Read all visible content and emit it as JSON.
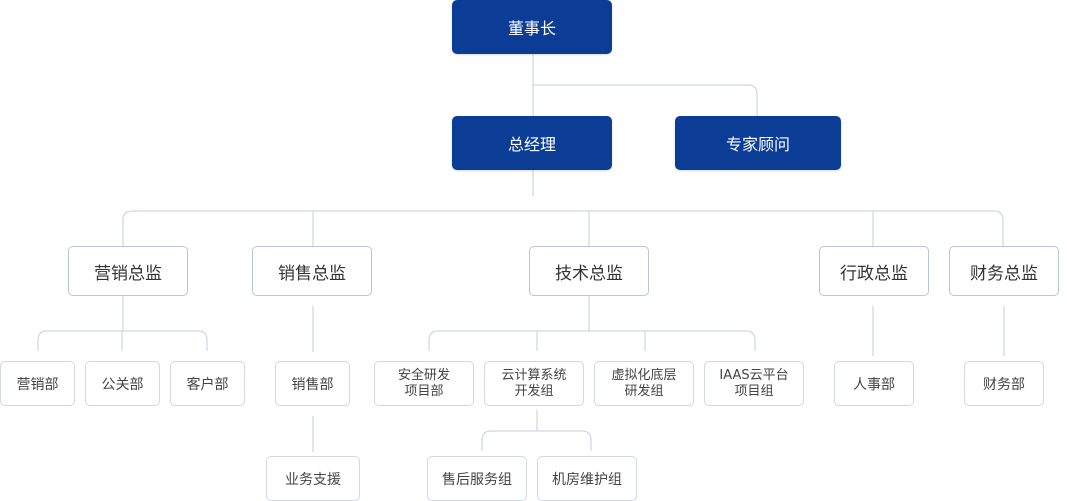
{
  "org": {
    "chairman": "董事长",
    "general_manager": "总经理",
    "advisor": "专家顾问",
    "directors": {
      "marketing": "营销总监",
      "sales": "销售总监",
      "technology": "技术总监",
      "administration": "行政总监",
      "finance": "财务总监"
    },
    "departments": {
      "marketing_dept": "营销部",
      "pr_dept": "公关部",
      "customer_dept": "客户部",
      "sales_dept": "销售部",
      "business_support": "业务支援",
      "security_rd_1": "安全研发",
      "security_rd_2": "项目部",
      "cloud_dev_1": "云计算系统",
      "cloud_dev_2": "开发组",
      "virtual_base_1": "虚拟化底层",
      "virtual_base_2": "研发组",
      "iaas_1": "IAAS云平台",
      "iaas_2": "项目组",
      "after_sales": "售后服务组",
      "server_room": "机房维护组",
      "hr_dept": "人事部",
      "finance_dept": "财务部"
    }
  },
  "colors": {
    "executive": "#0c3d96",
    "line": "#c5cfdb",
    "border": "#cfd8e3"
  }
}
